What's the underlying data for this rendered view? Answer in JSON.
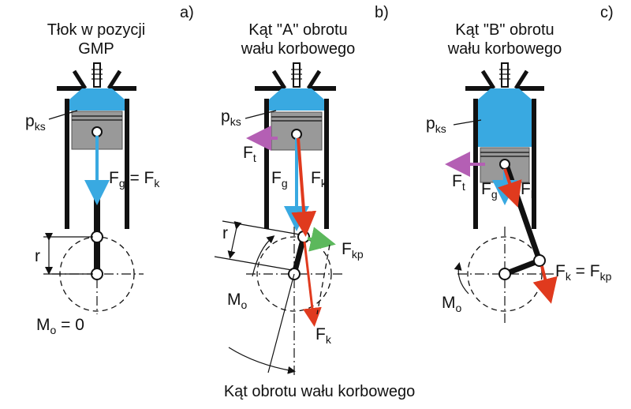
{
  "colors": {
    "gas": "#39a9e1",
    "piston": "#999999",
    "force_gas": "#39a9e1",
    "force_rod": "#e03a1e",
    "force_tangential": "#b45fb4",
    "force_crank_perpendicular": "#5cb85c"
  },
  "panel_a": {
    "tag": "a)",
    "title_line1": "Tłok w pozycji",
    "title_line2": "GMP",
    "p_label": "p",
    "p_sub": "ks",
    "fg_main": "F",
    "fg_sub": "g",
    "fg_eq": " = F",
    "fk_sub": "k",
    "r_label": "r",
    "mo_main": "M",
    "mo_sub": "o",
    "mo_eq": " = 0"
  },
  "panel_b": {
    "tag": "b)",
    "title_line1": "Kąt \"A\" obrotu",
    "title_line2": "wału korbowego",
    "p_label": "p",
    "p_sub": "ks",
    "ft_main": "F",
    "ft_sub": "t",
    "fg_main": "F",
    "fg_sub": "g",
    "fk_main": "F",
    "fk_sub": "k",
    "r_label": "r",
    "fkp_main": "F",
    "fkp_sub": "kp",
    "mo_main": "M",
    "mo_sub": "o",
    "fk2_main": "F",
    "fk2_sub": "k",
    "bottom_caption": "Kąt obrotu wału korbowego"
  },
  "panel_c": {
    "tag": "c)",
    "title_line1": "Kąt \"B\" obrotu",
    "title_line2": "wału korbowego",
    "p_label": "p",
    "p_sub": "ks",
    "ft_main": "F",
    "ft_sub": "t",
    "fg_main": "F",
    "fg_sub": "g",
    "fk_main": "F",
    "fk_sub": "k",
    "eq_main1": "F",
    "eq_sub1": "k",
    "eq_mid": " = F",
    "eq_sub2": "kp",
    "mo_main": "M",
    "mo_sub": "o"
  }
}
